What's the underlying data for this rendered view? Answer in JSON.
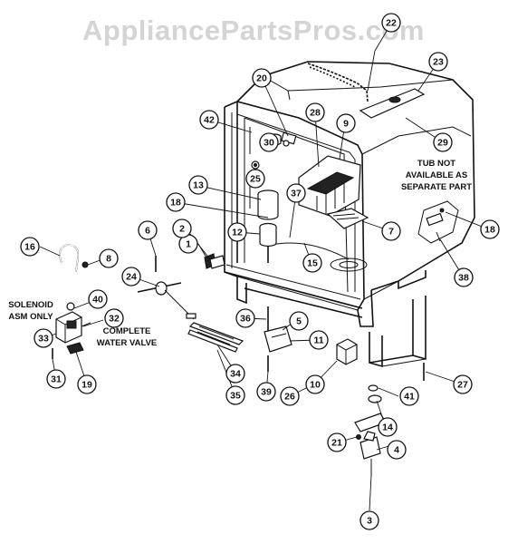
{
  "watermark": "AppliancePartsPros.com",
  "notes": {
    "tub": [
      "TUB NOT",
      "AVAILABLE AS",
      "SEPARATE PART"
    ],
    "solenoid": [
      "SOLENOID",
      "ASM ONLY"
    ],
    "water_valve": [
      "COMPLETE",
      "WATER VALVE"
    ]
  },
  "callouts": [
    {
      "label": "1"
    },
    {
      "label": "2"
    },
    {
      "label": "3"
    },
    {
      "label": "4"
    },
    {
      "label": "5"
    },
    {
      "label": "6"
    },
    {
      "label": "7"
    },
    {
      "label": "8"
    },
    {
      "label": "9"
    },
    {
      "label": "10"
    },
    {
      "label": "11"
    },
    {
      "label": "12"
    },
    {
      "label": "13"
    },
    {
      "label": "14"
    },
    {
      "label": "15"
    },
    {
      "label": "16"
    },
    {
      "label": "18"
    },
    {
      "label": "18"
    },
    {
      "label": "19"
    },
    {
      "label": "20"
    },
    {
      "label": "21"
    },
    {
      "label": "22"
    },
    {
      "label": "23"
    },
    {
      "label": "24"
    },
    {
      "label": "25"
    },
    {
      "label": "26"
    },
    {
      "label": "27"
    },
    {
      "label": "28"
    },
    {
      "label": "29"
    },
    {
      "label": "30"
    },
    {
      "label": "31"
    },
    {
      "label": "32"
    },
    {
      "label": "33"
    },
    {
      "label": "34"
    },
    {
      "label": "35"
    },
    {
      "label": "36"
    },
    {
      "label": "37"
    },
    {
      "label": "38"
    },
    {
      "label": "39"
    },
    {
      "label": "40"
    },
    {
      "label": "41"
    },
    {
      "label": "42"
    }
  ]
}
